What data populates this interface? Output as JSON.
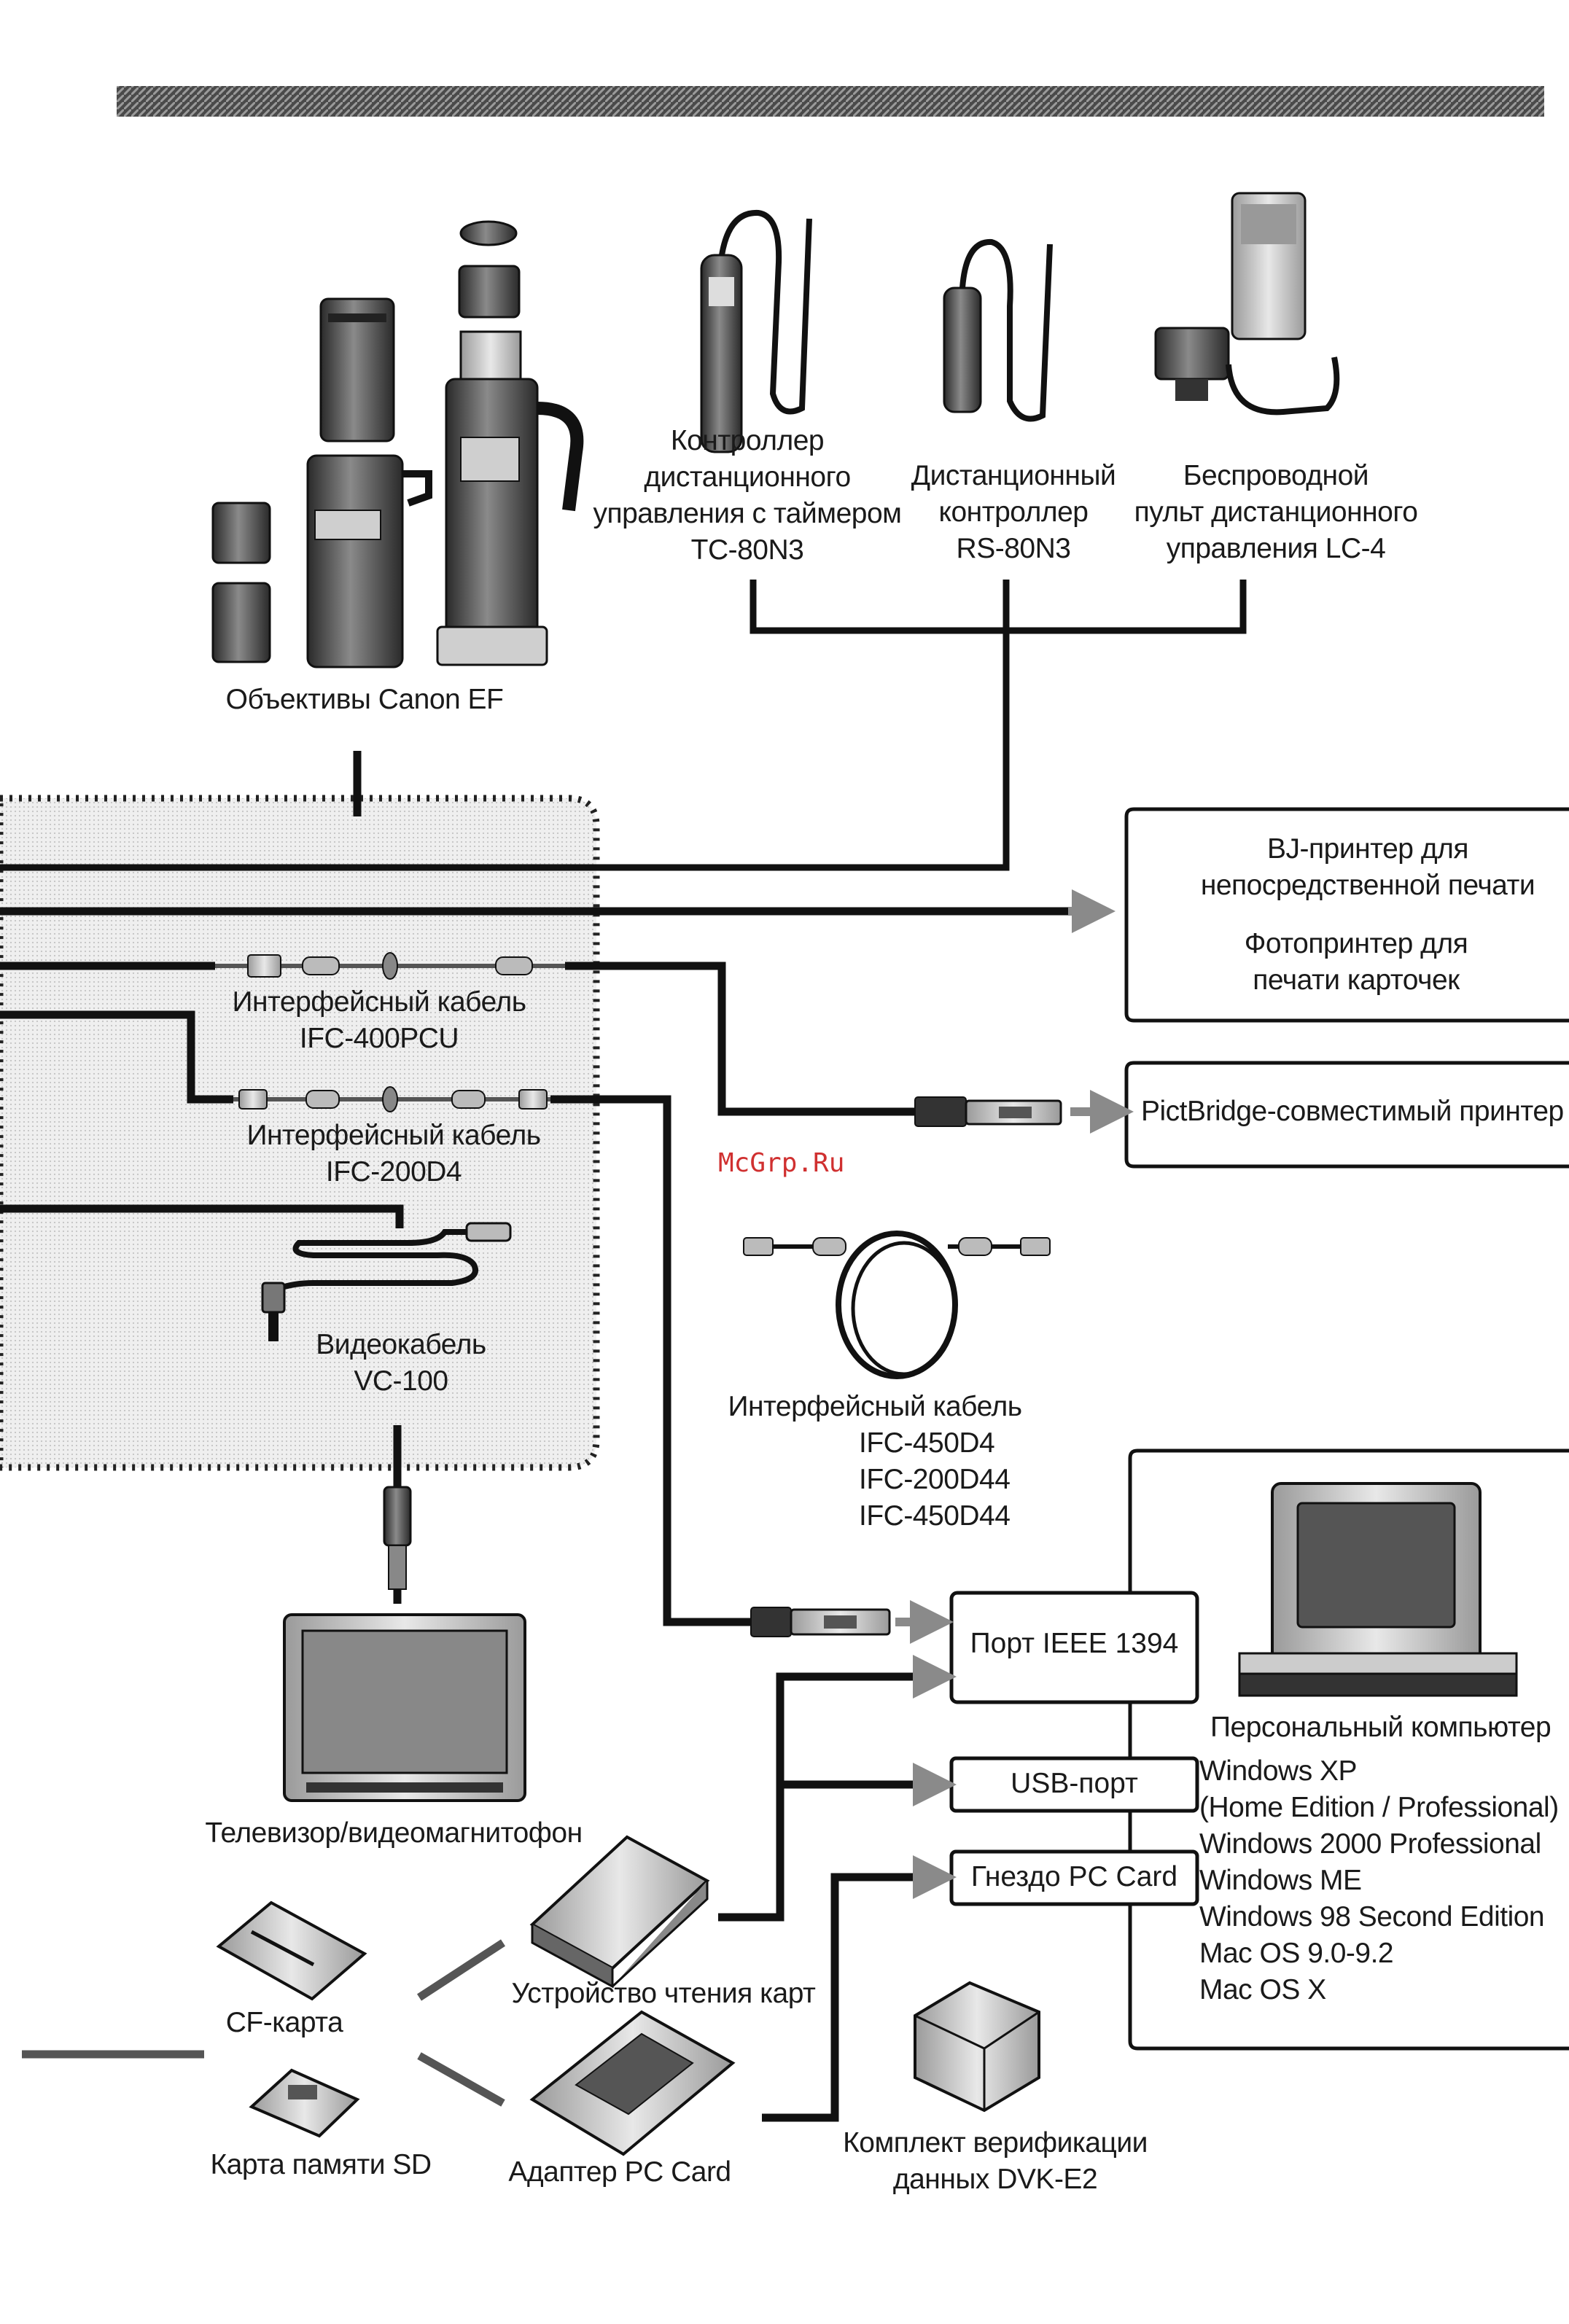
{
  "watermark": "McGrp.Ru",
  "lenses": {
    "label": "Объективы Canon EF"
  },
  "remotes": [
    {
      "lines": [
        "Контроллер",
        "дистанционного",
        "управления с таймером",
        "TC-80N3"
      ]
    },
    {
      "lines": [
        "Дистанционный",
        "контроллер",
        "RS-80N3"
      ]
    },
    {
      "lines": [
        "Беспроводной",
        "пульт дистанционного",
        "управления LC-4"
      ]
    }
  ],
  "printers": {
    "direct": [
      "BJ-принтер для",
      "непосредственной печати"
    ],
    "photo": [
      "Фотопринтер для",
      "печати карточек"
    ],
    "pictbridge": "PictBridge-совместимый принтер"
  },
  "cables": {
    "ifc400pcu": [
      "Интерфейсный кабель",
      "IFC-400PCU"
    ],
    "ifc200d4": [
      "Интерфейсный кабель",
      "IFC-200D4"
    ],
    "video": [
      "Видеокабель",
      "VC-100"
    ],
    "ifc_group_title": "Интерфейсный кабель",
    "ifc_group_models": [
      "IFC-450D4",
      "IFC-200D44",
      "IFC-450D44"
    ]
  },
  "tv": {
    "label": "Телевизор/видеомагнитофон"
  },
  "ports": {
    "ieee1394": "Порт IEEE 1394",
    "usb": "USB-порт",
    "pccard": "Гнездо PC Card"
  },
  "pc": {
    "label": "Персональный компьютер",
    "os": [
      "Windows XP",
      "(Home Edition / Professional)",
      "Windows 2000 Professional",
      "Windows ME",
      "Windows 98 Second Edition",
      "Mac OS 9.0-9.2",
      "Mac OS X"
    ]
  },
  "media": {
    "cf": "CF-карта",
    "sd": "Карта памяти SD",
    "reader": "Устройство чтения карт",
    "adapter": "Адаптер PC Card",
    "dvk": [
      "Комплект верификации",
      "данных DVK-E2"
    ]
  }
}
